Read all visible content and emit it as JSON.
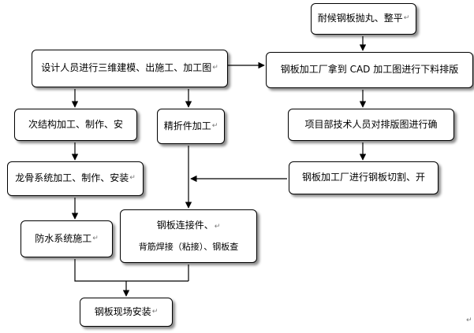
{
  "paragraph_mark": "↵",
  "corner_mark": "↵",
  "nodes": {
    "nihou_gangban": "耐候钢板抛丸、整平",
    "sheji_renyuan": "设计人员进行三维建模、出施工、加工图",
    "gangban_jiagongchang": "钢板加工厂拿到 CAD 加工图进行下料排版",
    "ci_jiegou": "次结构加工、制作、安",
    "jingzhe_jian": "精折件加工",
    "xiangmubu_jishu": "项目部技术人员对排版图进行确",
    "longgu_xitong": "龙骨系统加工、制作、安装",
    "gangban_qiege": "钢板加工厂进行钢板切割、开",
    "fangshui_xitong": "防水系统施工",
    "gangban_lianjiejian_1": "钢板连接件、",
    "gangban_lianjiejian_2": "背筋焊接（粘接）、钢板查",
    "gangban_xianchang": "钢板现场安装"
  }
}
